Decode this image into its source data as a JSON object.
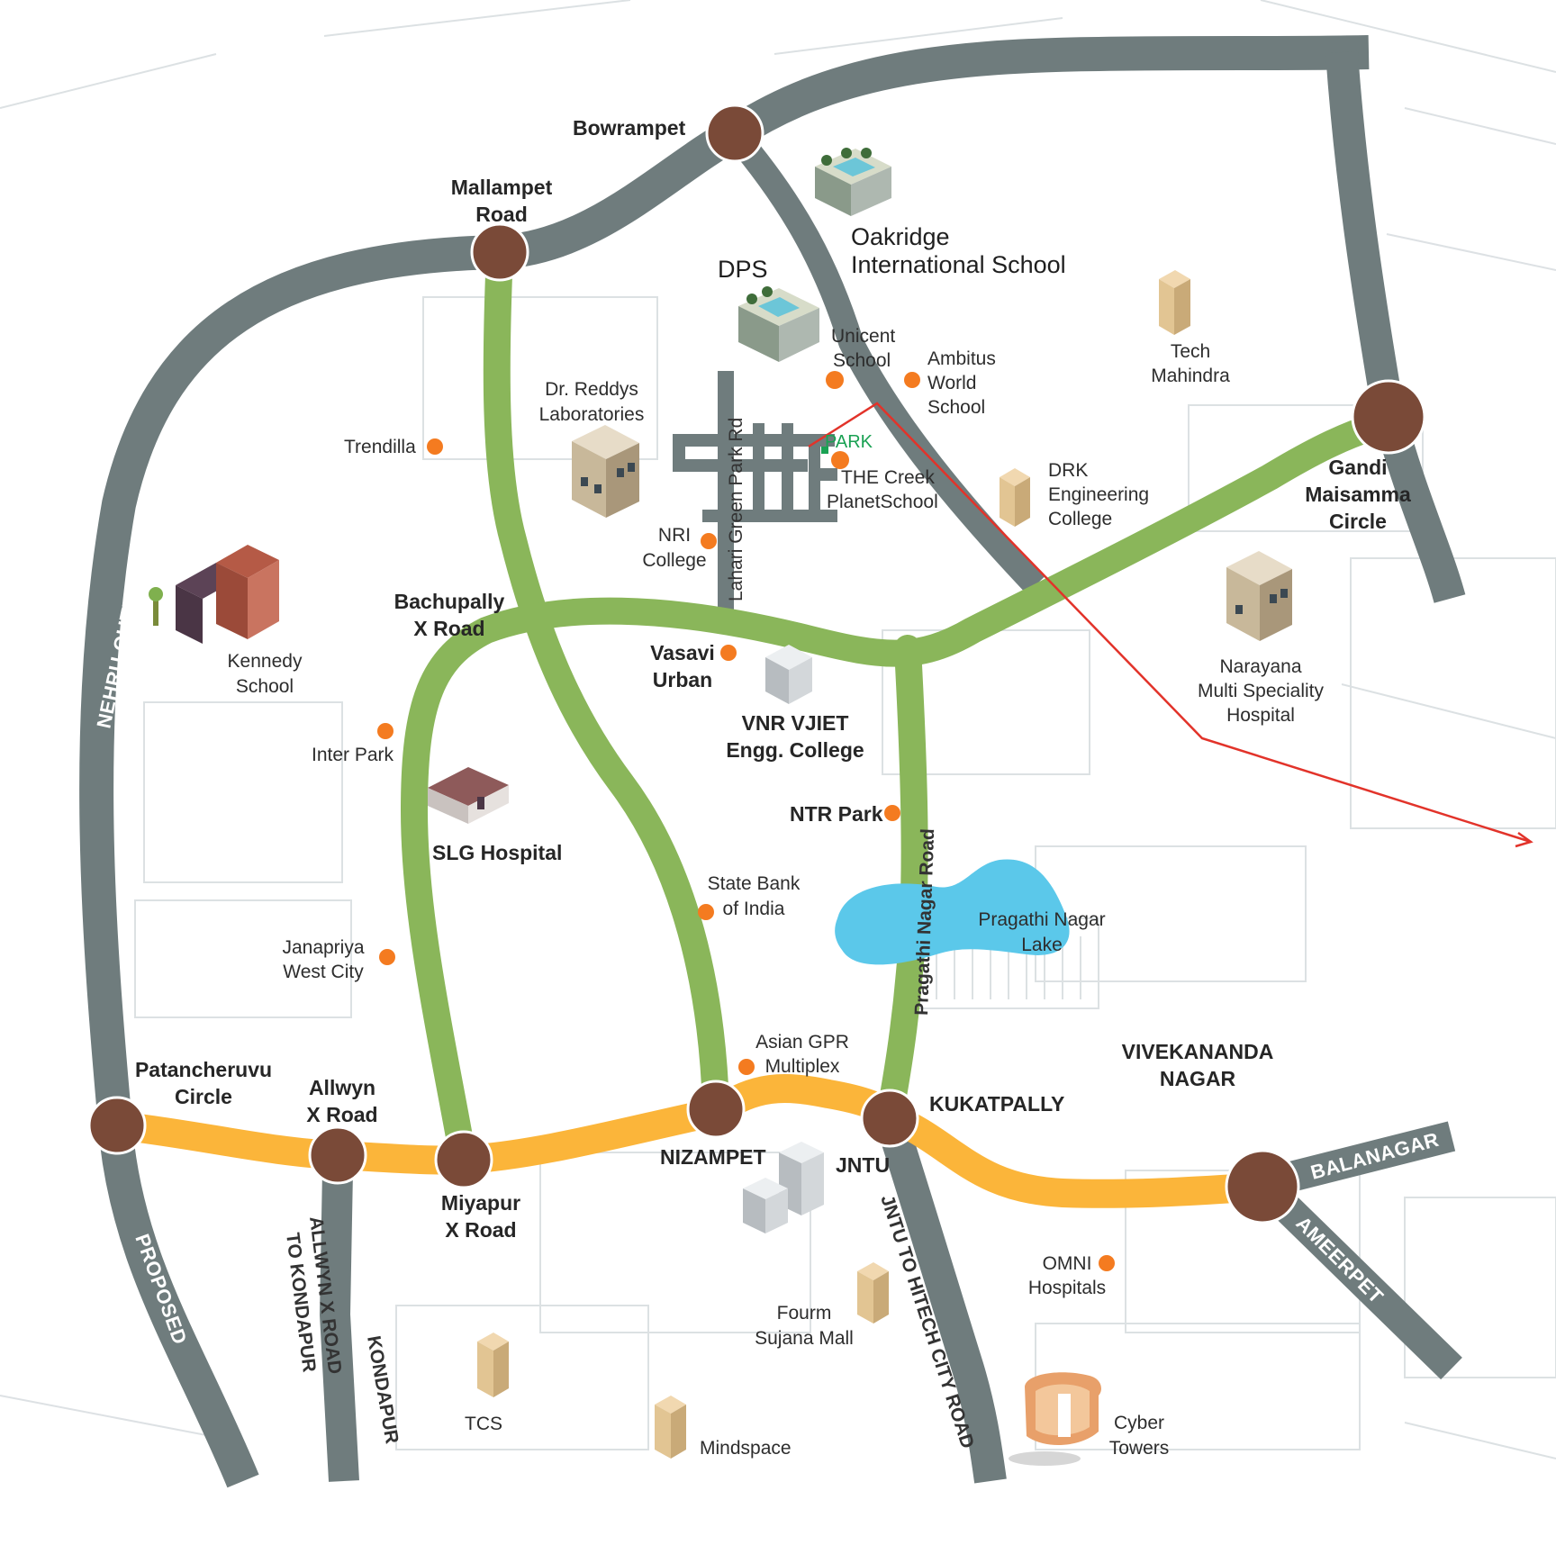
{
  "colors": {
    "grey_road": "#6f7c7d",
    "green_road": "#8ab65a",
    "yellow_road": "#fbb53a",
    "junction": "#7a4a38",
    "poi_dot": "#f47b20",
    "lake": "#5bc8ea",
    "route_arrow": "#e2332a",
    "park_green": "#1aa153"
  },
  "junctions": {
    "bowrampet": "Bowrampet",
    "mallampet_1": "Mallampet",
    "mallampet_2": "Road",
    "gandi_1": "Gandi",
    "gandi_2": "Maisamma",
    "gandi_3": "Circle",
    "bachupally_1": "Bachupally",
    "bachupally_2": "X Road",
    "patancheruvu_1": "Patancheruvu",
    "patancheruvu_2": "Circle",
    "allwyn_1": "Allwyn",
    "allwyn_2": "X Road",
    "miyapur_1": "Miyapur",
    "miyapur_2": "X Road",
    "nizampet": "NIZAMPET",
    "jntu": "JNTU",
    "kukatpally": "KUKATPALLY"
  },
  "road_labels": {
    "orr": "NEHRU OUTER RING ROAD",
    "proposed": "PROPOSED",
    "allwyn_kondapur_1": "ALLWYN X ROAD",
    "allwyn_kondapur_2": "TO KONDAPUR",
    "kondapur": "KONDAPUR",
    "jntu_hitech": "JNTU TO HITECH CITY ROAD",
    "balanagar": "BALANAGAR",
    "ameerpet": "AMEERPET",
    "pragathi_nagar_road": "Pragathi Nagar Road",
    "lahari_green_park": "Lahari Green Park Rd"
  },
  "areas": {
    "vivekananda_1": "VIVEKANANDA",
    "vivekananda_2": "NAGAR"
  },
  "places": {
    "oakridge_1": "Oakridge",
    "oakridge_2": "International School",
    "dps": "DPS",
    "unicent_1": "Unicent",
    "unicent_2": "School",
    "ambitus_1": "Ambitus",
    "ambitus_2": "World",
    "ambitus_3": "School",
    "tech_1": "Tech",
    "tech_2": "Mahindra",
    "reddys_1": "Dr. Reddys",
    "reddys_2": "Laboratories",
    "trendilla": "Trendilla",
    "park": "PARK",
    "creek_1": "THE Creek",
    "creek_2": "PlanetSchool",
    "drk_1": "DRK",
    "drk_2": "Engineering",
    "drk_3": "College",
    "nri_1": "NRI",
    "nri_2": "College",
    "kennedy_1": "Kennedy",
    "kennedy_2": "School",
    "vasavi_1": "Vasavi",
    "vasavi_2": "Urban",
    "vnr_1": "VNR VJIET",
    "vnr_2": "Engg. College",
    "narayana_1": "Narayana",
    "narayana_2": "Multi Speciality",
    "narayana_3": "Hospital",
    "inter_park": "Inter Park",
    "slg": "SLG Hospital",
    "ntr_park": "NTR Park",
    "sbi_1": "State Bank",
    "sbi_2": "of India",
    "lake_1": "Pragathi Nagar",
    "lake_2": "Lake",
    "janapriya_1": "Janapriya",
    "janapriya_2": "West City",
    "asian_1": "Asian GPR",
    "asian_2": "Multiplex",
    "omni_1": "OMNI",
    "omni_2": "Hospitals",
    "fourm_1": "Fourm",
    "fourm_2": "Sujana Mall",
    "tcs": "TCS",
    "mindspace": "Mindspace",
    "cyber_1": "Cyber",
    "cyber_2": "Towers"
  }
}
